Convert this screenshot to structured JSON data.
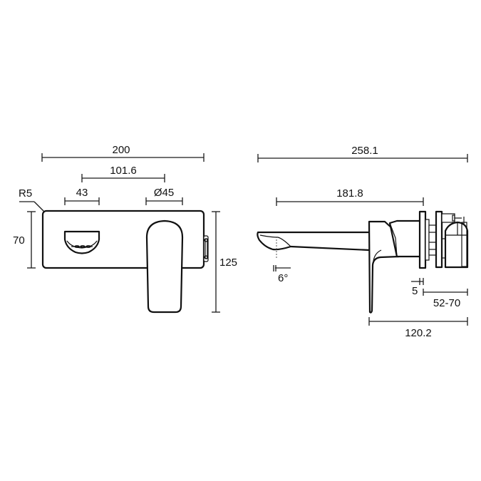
{
  "front_view": {
    "dimensions": {
      "overall_width": "200",
      "spout_handle_spacing": "101.6",
      "spout_outlet_width": "43",
      "handle_diameter": "Ø45",
      "corner_radius": "R5",
      "plate_height": "70",
      "overall_height": "125"
    }
  },
  "side_view": {
    "dimensions": {
      "overall_depth": "258.1",
      "spout_projection": "181.8",
      "spout_angle": "6°",
      "plate_thickness": "5",
      "wall_depth_range": "52-70",
      "body_depth": "120.2"
    }
  },
  "colors": {
    "line": "#111111",
    "background": "#ffffff"
  }
}
